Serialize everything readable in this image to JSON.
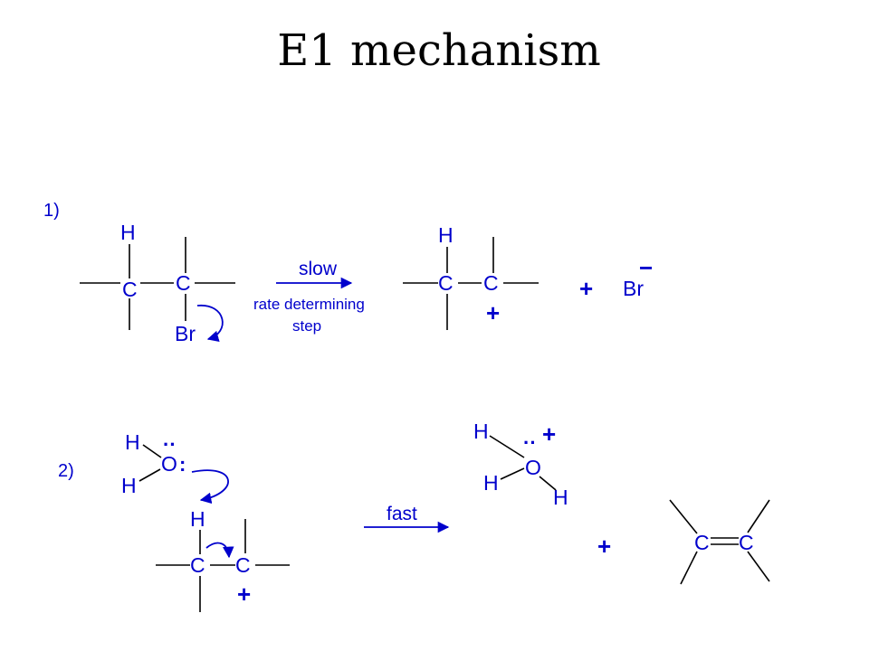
{
  "title": "E1 mechanism",
  "accent_color": "#0000cc",
  "steps": [
    {
      "number": "1)",
      "reactant": {
        "atom_h": "H",
        "atom_c1": "C",
        "atom_c2": "C",
        "leaving_group": "Br"
      },
      "arrow": {
        "label": "slow",
        "sublabel_line1": "rate determining",
        "sublabel_line2": "step"
      },
      "carbocation": {
        "atom_h": "H",
        "atom_c1": "C",
        "atom_c2": "C",
        "charge": "+"
      },
      "plus": "+",
      "byproduct": {
        "atom": "Br",
        "charge": "−"
      }
    },
    {
      "number": "2)",
      "base": {
        "atom_h1": "H",
        "atom_o": "O",
        "atom_h2": "H",
        "lone_pair_top": "··",
        "lone_pair_side": ":"
      },
      "carbocation": {
        "atom_h": "H",
        "atom_c1": "C",
        "atom_c2": "C",
        "charge": "+"
      },
      "arrow": {
        "label": "fast"
      },
      "hydronium": {
        "atom_h1": "H",
        "atom_o": "O",
        "atom_h2": "H",
        "atom_h3": "H",
        "lone_pair": "··",
        "charge": "+"
      },
      "plus": "+",
      "alkene": {
        "atom_c1": "C",
        "atom_c2": "C"
      }
    }
  ]
}
